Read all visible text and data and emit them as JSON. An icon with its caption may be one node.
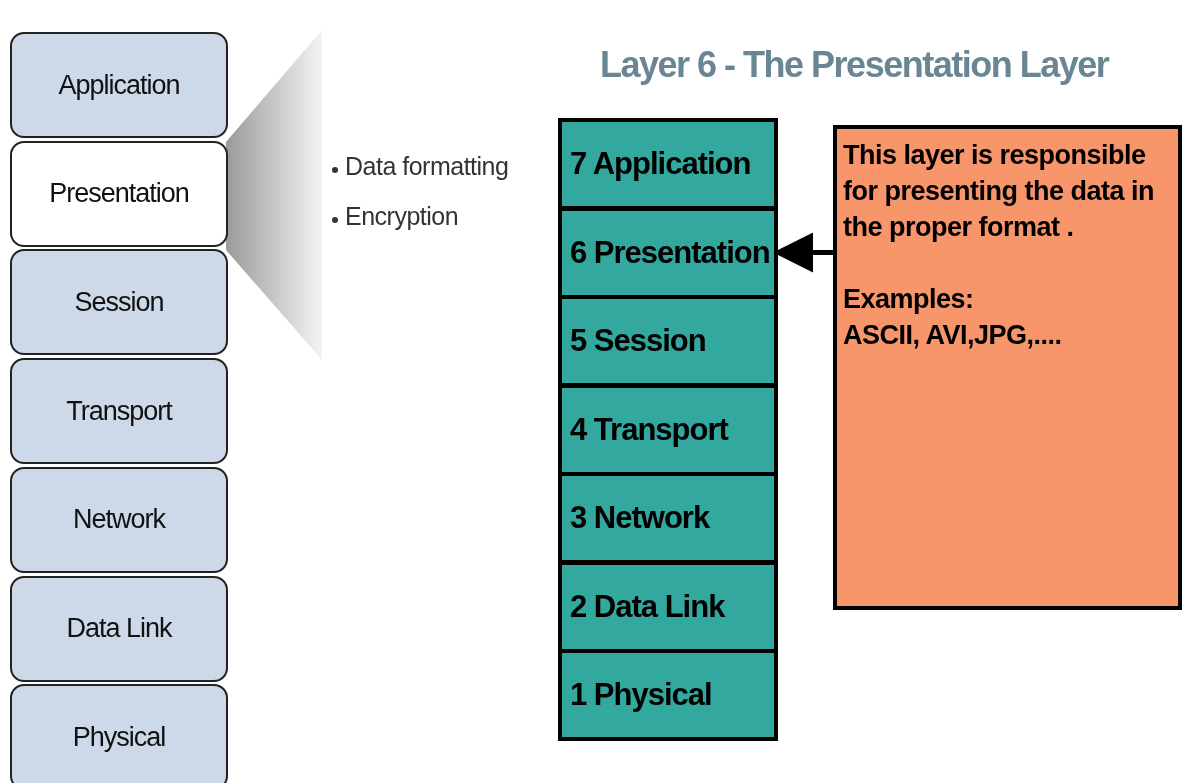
{
  "diagram": {
    "title": "Layer 6 - The Presentation Layer",
    "nodes": [
      {
        "text": [
          "Application"
        ]
      },
      {
        "text": [
          "Presentation"
        ]
      },
      {
        "text": [
          "Session"
        ]
      },
      {
        "text": [
          "Transport"
        ]
      },
      {
        "text": [
          "Network"
        ]
      },
      {
        "text": [
          "Data Link"
        ]
      },
      {
        "text": [
          "Physical"
        ]
      },
      {
        "text": [
          "7 Application"
        ]
      },
      {
        "text": [
          "6 Presentation"
        ]
      },
      {
        "text": [
          "5 Session"
        ]
      },
      {
        "text": [
          "4 Transport"
        ]
      },
      {
        "text": [
          "3 Network"
        ]
      },
      {
        "text": [
          "2 Data Link"
        ]
      },
      {
        "text": [
          "1 Physical"
        ]
      },
      {
        "text": [
          "This layer is responsible for presenting the data in the proper format .",
          "Examples:",
          "ASCII, AVI,JPG,...."
        ]
      }
    ],
    "edges": [
      {
        "from": 14,
        "to": 8,
        "arrow": "to"
      }
    ],
    "labels": [
      "Data formatting",
      "Encryption"
    ]
  }
}
